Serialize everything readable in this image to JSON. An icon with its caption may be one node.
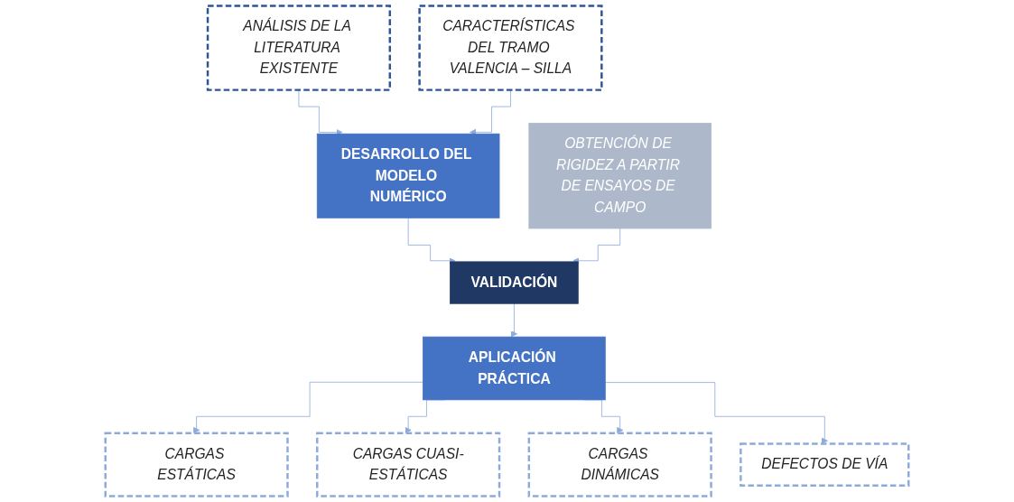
{
  "diagram": {
    "nodes": [
      {
        "text": [
          "ANÁLISIS DE LA LITERATURA EXISTENTE"
        ]
      },
      {
        "text": [
          "CARACTERÍSTICAS DEL TRAMO VALENCIA – SILLA"
        ]
      },
      {
        "text": [
          "OBTENCIÓN DE RIGIDEZ A PARTIR DE ENSAYOS DE CAMPO"
        ]
      },
      {
        "text": [
          "DESARROLLO DEL MODELO NUMÉRICO"
        ]
      },
      {
        "text": [
          "VALIDACIÓN"
        ]
      },
      {
        "text": [
          "APLICACIÓN PRÁCTICA"
        ]
      },
      {
        "text": [
          "CARGAS ESTÁTICAS"
        ]
      },
      {
        "text": [
          "CARGAS CUASI-ESTÁTICAS"
        ]
      },
      {
        "text": [
          "CARGAS DINÁMICAS"
        ]
      },
      {
        "text": [
          "DEFECTOS DE VÍA"
        ]
      }
    ],
    "edges": [
      {
        "from": 0,
        "to": 3,
        "arrow": "to"
      },
      {
        "from": 1,
        "to": 3,
        "arrow": "to"
      },
      {
        "from": 3,
        "to": 4,
        "arrow": "to"
      },
      {
        "from": 2,
        "to": 4,
        "arrow": "to"
      },
      {
        "from": 4,
        "to": 5,
        "arrow": "to"
      },
      {
        "from": 5,
        "to": 6,
        "arrow": "to"
      },
      {
        "from": 5,
        "to": 7,
        "arrow": "to"
      },
      {
        "from": 5,
        "to": 8,
        "arrow": "to"
      },
      {
        "from": 5,
        "to": 9,
        "arrow": "to"
      }
    ]
  }
}
